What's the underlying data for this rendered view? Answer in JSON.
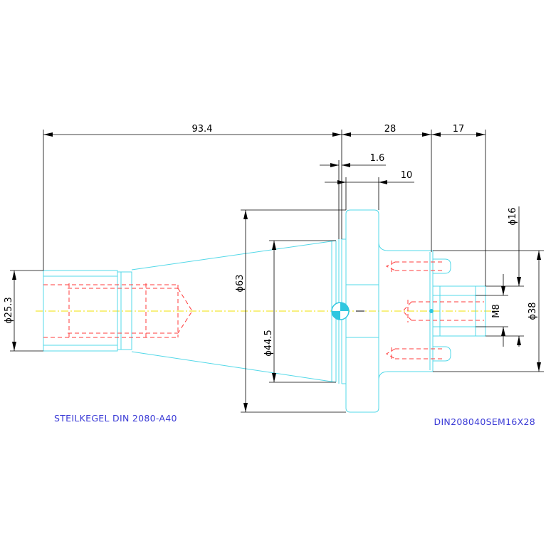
{
  "drawing": {
    "title_left": "STEILKEGEL DIN 2080-A40",
    "title_right": "DIN208040SEM16X28",
    "dimensions": {
      "overall_length": "93.4",
      "flange_length": "28",
      "spigot_length": "17",
      "gap_small": "1.6",
      "gap_flange": "10",
      "dia_flange": "ϕ63",
      "dia_taper": "ϕ44.5",
      "dia_tail": "ϕ25.3",
      "dia_bore": "ϕ16",
      "dia_body": "ϕ38",
      "thread": "M8"
    },
    "colors": {
      "outline": "#53d8e8",
      "hidden": "#ff3b3b",
      "centerline": "#f0e000",
      "dimension": "#000000",
      "note": "#3a3ad6"
    }
  }
}
